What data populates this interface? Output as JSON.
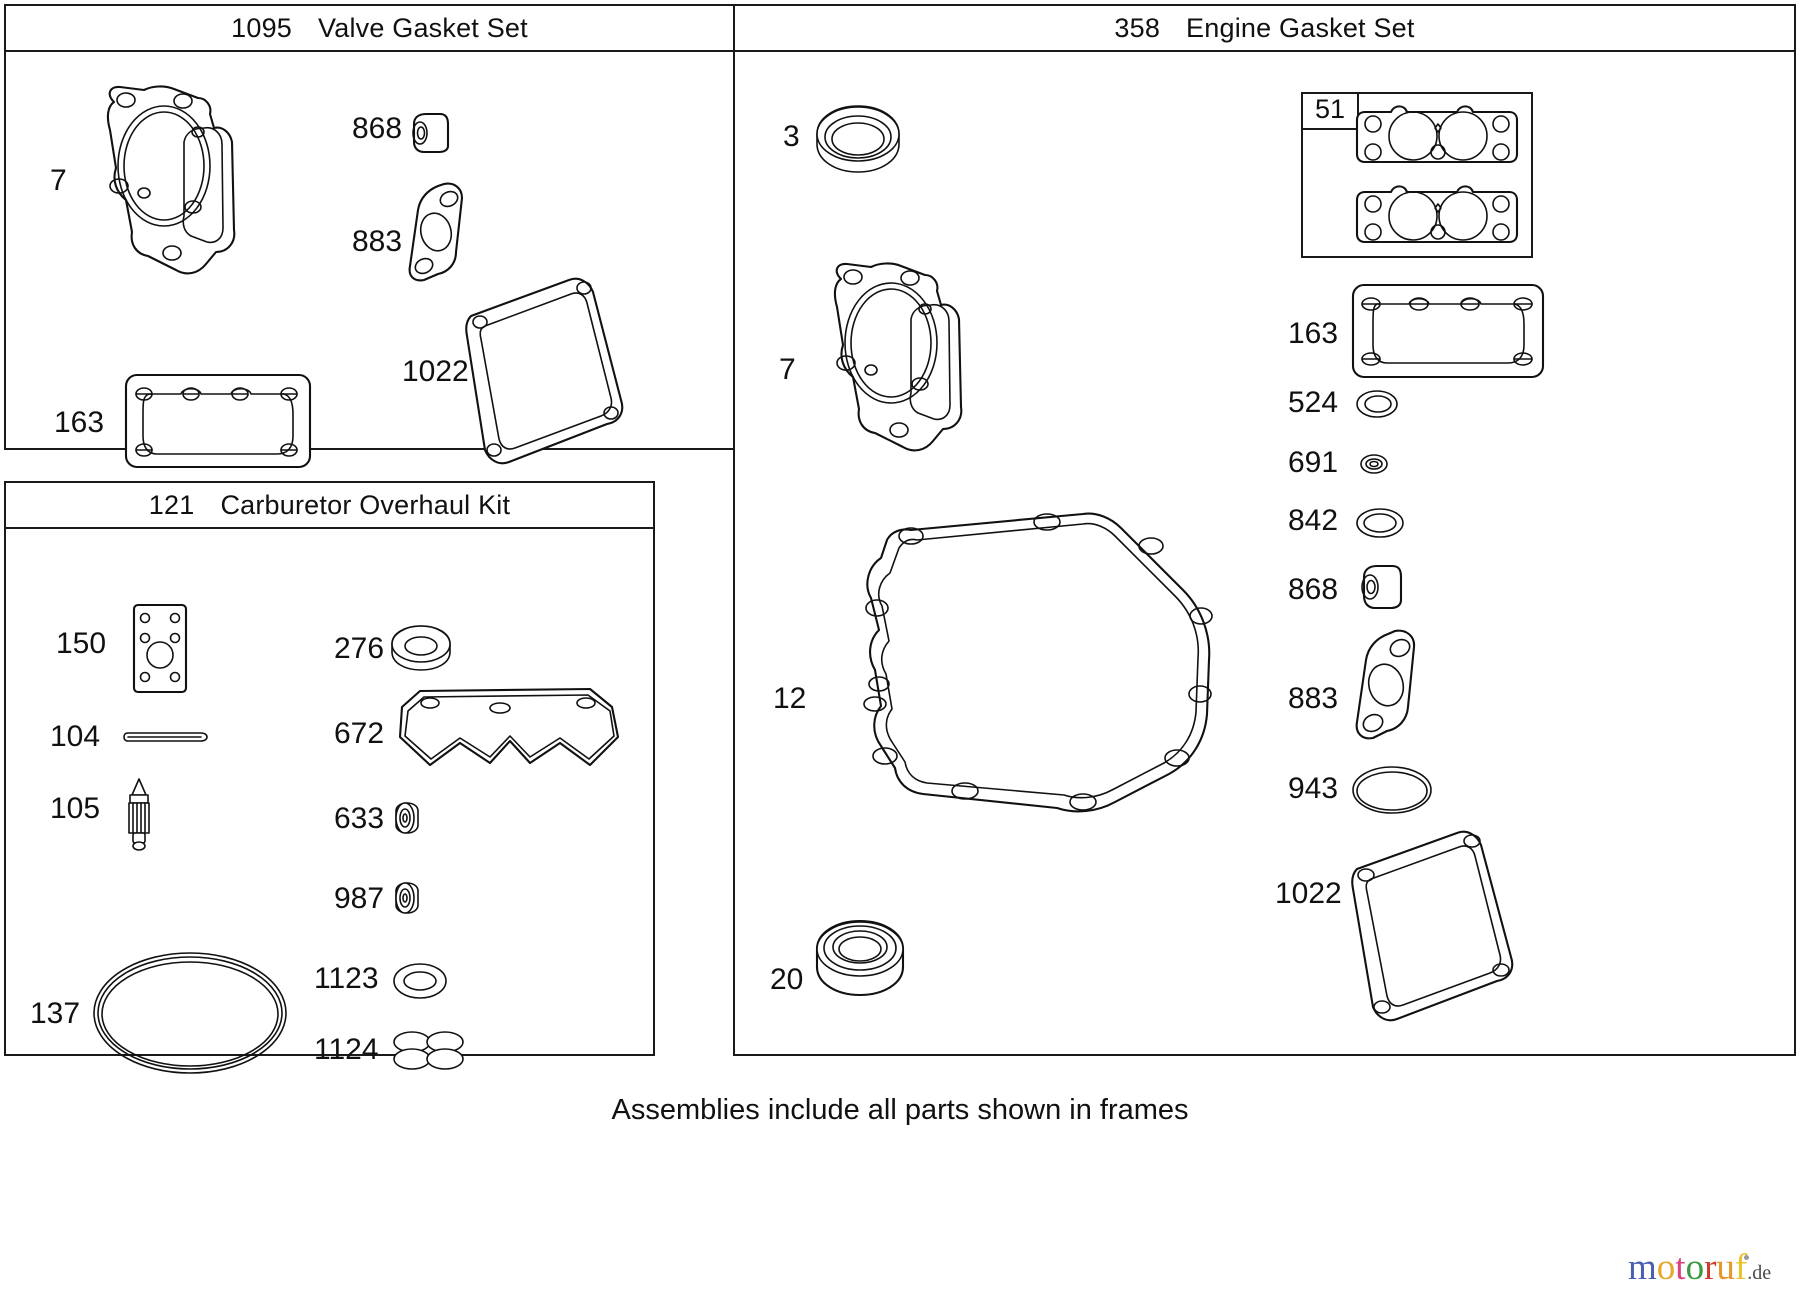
{
  "panels": [
    {
      "id": "valve-gasket-set",
      "number": "1095",
      "title": "Valve Gasket Set",
      "parts": [
        {
          "ref": "7",
          "name": "cylinder-head-gasket"
        },
        {
          "ref": "868",
          "name": "valve-guide-bushing"
        },
        {
          "ref": "883",
          "name": "intake-manifold-gasket"
        },
        {
          "ref": "1022",
          "name": "crankcase-cover-gasket"
        },
        {
          "ref": "163",
          "name": "rocker-cover-gasket"
        }
      ]
    },
    {
      "id": "carburetor-overhaul-kit",
      "number": "121",
      "title": "Carburetor Overhaul Kit",
      "parts": [
        {
          "ref": "150",
          "name": "carburetor-body-gasket"
        },
        {
          "ref": "104",
          "name": "float-hinge-pin"
        },
        {
          "ref": "105",
          "name": "inlet-needle-valve"
        },
        {
          "ref": "137",
          "name": "float-bowl-o-ring"
        },
        {
          "ref": "276",
          "name": "seal-washer"
        },
        {
          "ref": "672",
          "name": "diaphragm"
        },
        {
          "ref": "633",
          "name": "small-washer-633"
        },
        {
          "ref": "987",
          "name": "small-washer-987"
        },
        {
          "ref": "1123",
          "name": "o-ring-1123"
        },
        {
          "ref": "1124",
          "name": "o-ring-set-1124"
        }
      ]
    },
    {
      "id": "engine-gasket-set",
      "number": "358",
      "title": "Engine Gasket Set",
      "subbox": {
        "ref": "51",
        "name": "head-gasket-pair"
      },
      "parts": [
        {
          "ref": "3",
          "name": "oil-seal"
        },
        {
          "ref": "7",
          "name": "cylinder-head-gasket"
        },
        {
          "ref": "12",
          "name": "crankcase-sump-gasket"
        },
        {
          "ref": "20",
          "name": "ball-bearing"
        },
        {
          "ref": "163",
          "name": "rocker-cover-gasket"
        },
        {
          "ref": "524",
          "name": "o-ring-524"
        },
        {
          "ref": "691",
          "name": "seal-691"
        },
        {
          "ref": "842",
          "name": "o-ring-842"
        },
        {
          "ref": "868",
          "name": "valve-guide-bushing"
        },
        {
          "ref": "883",
          "name": "intake-manifold-gasket"
        },
        {
          "ref": "943",
          "name": "o-ring-943"
        },
        {
          "ref": "1022",
          "name": "crankcase-cover-gasket"
        }
      ]
    }
  ],
  "footnote": "Assemblies include all parts shown in frames",
  "logo": {
    "letters": [
      {
        "ch": "m",
        "color": "#4a5fb0"
      },
      {
        "ch": "o",
        "color": "#e8a72a"
      },
      {
        "ch": "t",
        "color": "#d9417f"
      },
      {
        "ch": "o",
        "color": "#3a9a40"
      },
      {
        "ch": "r",
        "color": "#cf3b2a"
      },
      {
        "ch": "u",
        "color": "#e8952a"
      },
      {
        "ch": "f",
        "color": "#e8c32a"
      }
    ],
    "suffix": ".de"
  },
  "colors": {
    "line": "#111111",
    "border": "#1a1a1a",
    "background": "#ffffff"
  }
}
